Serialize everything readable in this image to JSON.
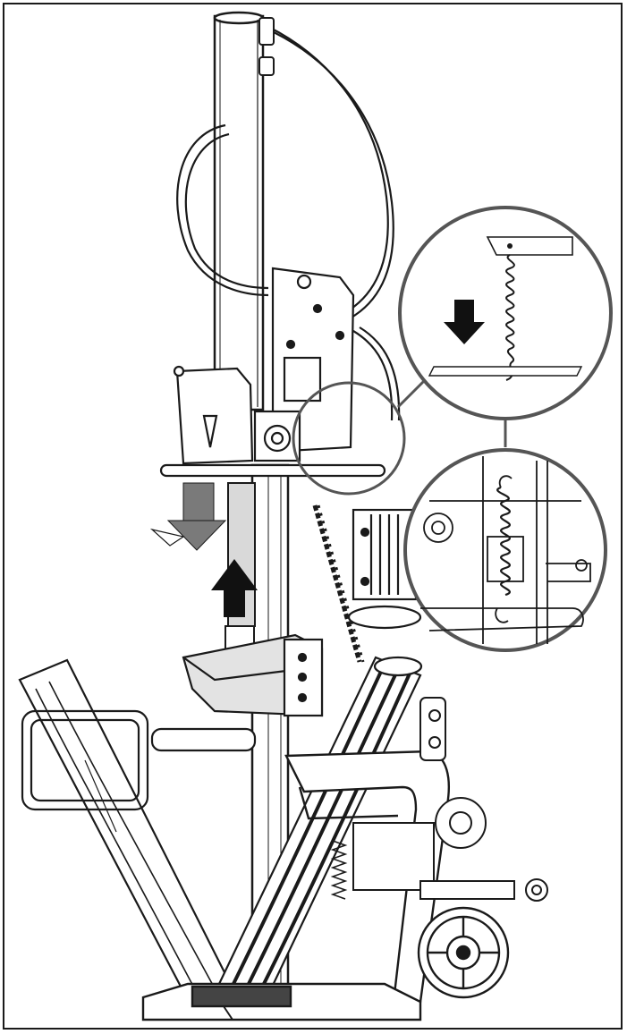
{
  "figure": {
    "subject": "log-splitter",
    "colors": {
      "line": "#1a1a1a",
      "arrow": "#7a7a7a",
      "arrow_dark": "#111111",
      "callout_ring": "#555555",
      "paper": "#ffffff",
      "shade": "#d9d9d9"
    },
    "callouts": [
      {
        "name": "spring-detail-callout",
        "kind": "magnified-view"
      },
      {
        "name": "spring-schematic-callout",
        "kind": "schematic-view"
      }
    ],
    "arrows": [
      {
        "name": "push-down-arrow",
        "direction": "down"
      },
      {
        "name": "lift-up-arrow",
        "direction": "up"
      },
      {
        "name": "spring-pull-arrow",
        "direction": "down"
      }
    ]
  }
}
